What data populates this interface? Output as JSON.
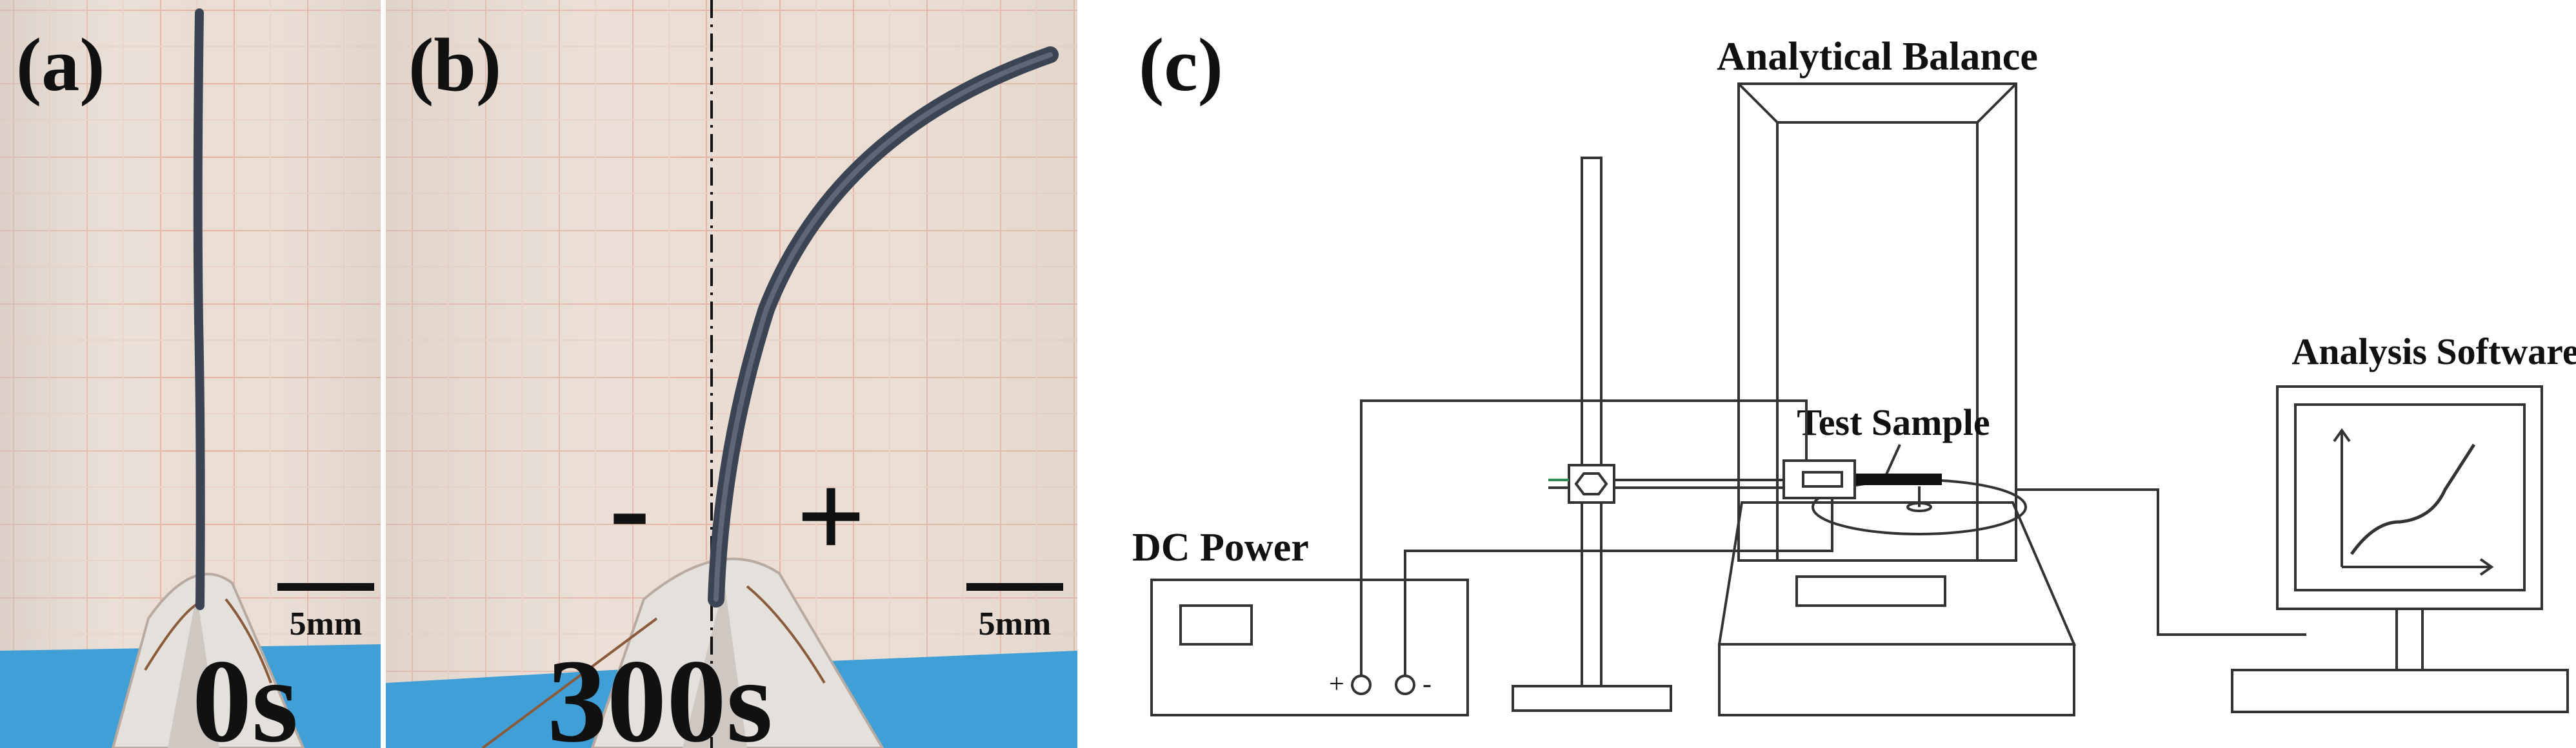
{
  "panel_a": {
    "label": "(a)",
    "time": "0s",
    "scale": "5mm"
  },
  "panel_b": {
    "label": "(b)",
    "time": "300s",
    "scale": "5mm",
    "minus": "-",
    "plus": "+"
  },
  "panel_c": {
    "label": "(c)",
    "balance_label": "Analytical Balance",
    "sample_label": "Test Sample",
    "software_label": "Analysis Software",
    "power_label": "DC Power",
    "terminal_plus": "+",
    "terminal_minus": "-"
  },
  "colors": {
    "grid_paper": "#e9dcd2",
    "grid_line": "#e6b8a8",
    "blue_tape": "#3f9fd6",
    "strip": "#3a4452",
    "line": "#333333"
  }
}
